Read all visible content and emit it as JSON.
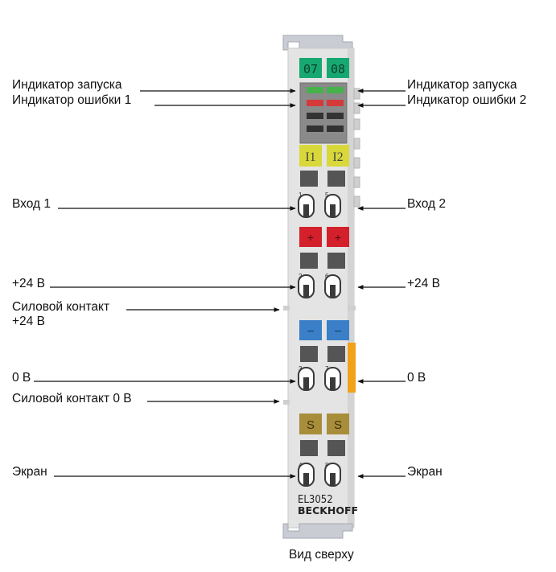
{
  "colors": {
    "green_tab": "#17a872",
    "yellow_tab": "#d8d83a",
    "red_tab": "#d3202b",
    "blue_tab": "#3a7fc7",
    "shield_tab": "#a88d3a",
    "orange_clip": "#f2a11a",
    "housing": "#e4e4e4",
    "led_green": "#46b24b",
    "led_red": "#d53a3a"
  },
  "module": {
    "tab_top_left": "07",
    "tab_top_right": "08",
    "tab_in_left": "I1",
    "tab_in_right": "I2",
    "tab_plus": "+",
    "tab_minus": "–",
    "tab_shield": "S",
    "terminal_numbers": [
      "1",
      "5",
      "2",
      "6",
      "3",
      "7",
      "4",
      "8"
    ],
    "model": "EL3052",
    "brand": "BECKHOFF"
  },
  "labels": {
    "left": [
      "Индикатор запуска",
      "Индикатор ошибки 1",
      "Вход 1",
      "+24 В",
      "Силовой контакт",
      "+24 В",
      "0 В",
      "Силовой контакт 0 В",
      "Экран"
    ],
    "right": [
      "Индикатор запуска",
      "Индикатор ошибки 2",
      "Вход 2",
      "+24 В",
      "0 В",
      "Экран"
    ]
  },
  "caption": "Вид сверху"
}
